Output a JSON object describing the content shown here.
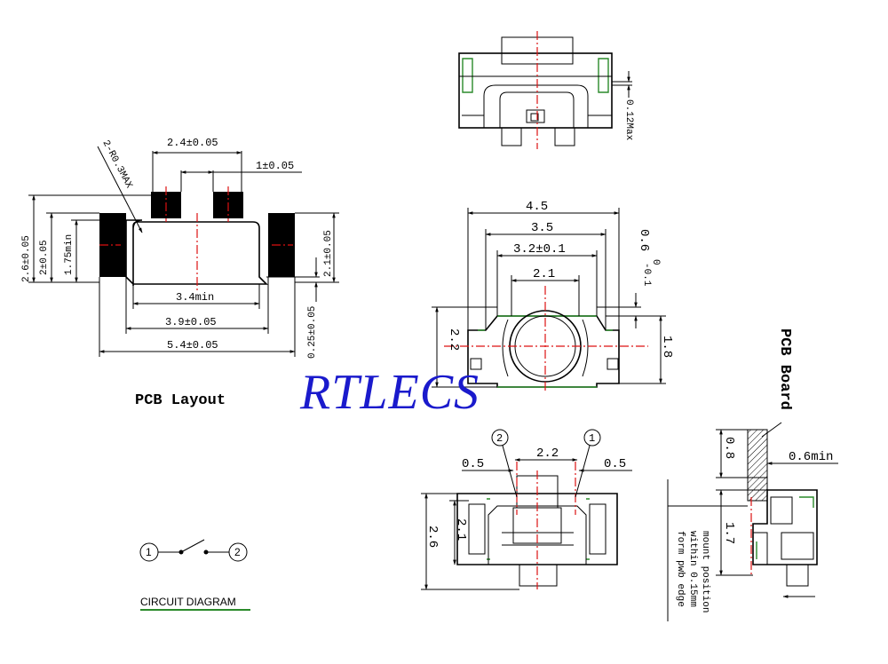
{
  "watermark": "RTLECS",
  "pcb_layout": {
    "title": "PCB Layout",
    "dims": {
      "pad_pitch": "2.4±0.05",
      "pad_width": "1±0.05",
      "radius": "2-R0.3MAX",
      "height_outer": "2.6±0.05",
      "height_inner": "2±0.05",
      "height_min": "1.75min",
      "right_height": "2.1±0.05",
      "right_offset": "0.25±0.05",
      "width_min": "3.4min",
      "width_inner": "3.9±0.05",
      "width_outer": "5.4±0.05"
    }
  },
  "top_view": {
    "dims": {
      "max_thickness": "0.12Max"
    }
  },
  "front_view": {
    "dims": {
      "w_outer": "4.5",
      "w_body": "3.5",
      "w_inner": "3.2±0.1",
      "w_button": "2.1",
      "h_total": "2.2",
      "h_body": "1.8",
      "tol_top": "0.6",
      "tol_sup": "0",
      "tol_sub": "-0.1"
    }
  },
  "bottom_view": {
    "dims": {
      "pin_left": "2",
      "pin_right": "1",
      "pitch": "2.2",
      "pad_left": "0.5",
      "pad_right": "0.5",
      "h_outer": "2.6",
      "h_inner": "2.1"
    }
  },
  "side_view": {
    "board_label": "PCB Board",
    "dims": {
      "board_offset": "0.8",
      "gap": "0.6min",
      "height": "1.7",
      "note": [
        "mount position",
        "within 0.15mm",
        "form pwb edge"
      ]
    }
  },
  "circuit": {
    "title": "CIRCUIT DIAGRAM",
    "node1": "1",
    "node2": "2"
  }
}
